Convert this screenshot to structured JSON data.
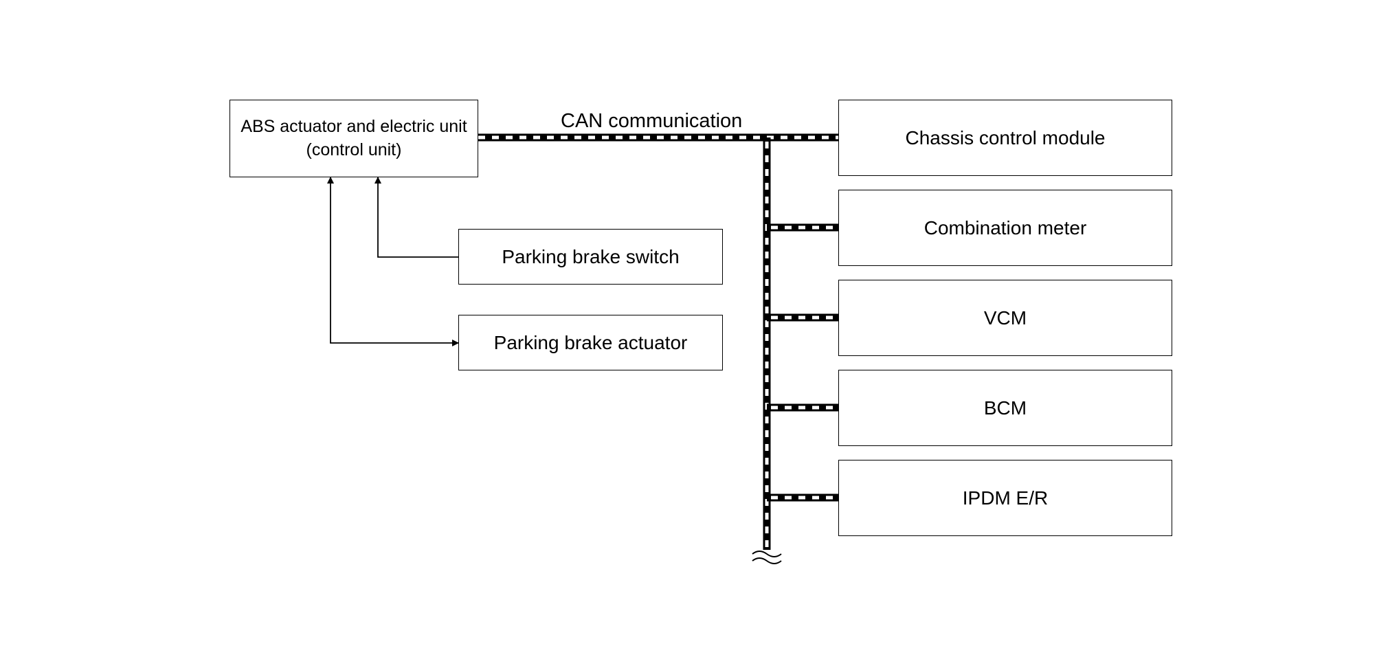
{
  "abs_unit": {
    "line1": "ABS actuator and electric unit",
    "line2": "(control unit)"
  },
  "can_label": "CAN communication",
  "inputs": {
    "parking_brake_switch": "Parking brake switch",
    "parking_brake_actuator": "Parking brake actuator"
  },
  "modules": [
    {
      "label": "Chassis control module"
    },
    {
      "label": "Combination meter"
    },
    {
      "label": "VCM"
    },
    {
      "label": "BCM"
    },
    {
      "label": "IPDM E/R"
    }
  ],
  "colors": {
    "line": "#000000",
    "background": "#ffffff"
  }
}
